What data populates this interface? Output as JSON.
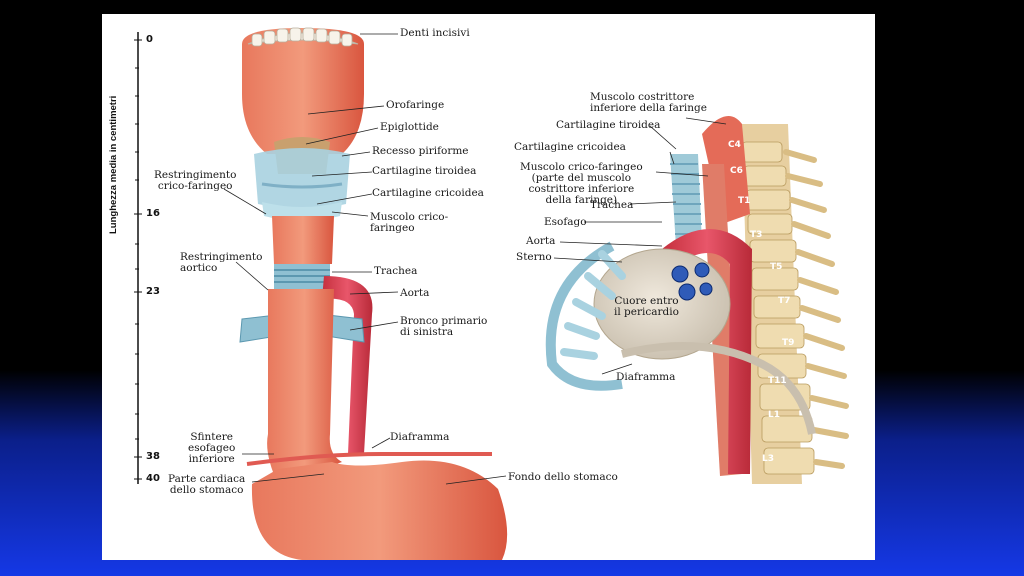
{
  "axis": {
    "title": "Lunghezza media in centimetri",
    "ticks": [
      "0",
      "16",
      "23",
      "38",
      "40"
    ]
  },
  "left_labels": {
    "denti_incisivi": "Denti incisivi",
    "orofaringe": "Orofaringe",
    "epiglottide": "Epiglottide",
    "recesso_piriforme": "Recesso piriforme",
    "restringimento_crico": [
      "Restringimento",
      "crico-faringeo"
    ],
    "cartilagine_tiroidea": "Cartilagine tiroidea",
    "cartilagine_cricoidea": "Cartilagine cricoidea",
    "muscolo_crico": [
      "Muscolo crico-",
      "faringeo"
    ],
    "restringimento_aortico": [
      "Restringimento",
      "aortico"
    ],
    "trachea": "Trachea",
    "aorta": "Aorta",
    "bronco": [
      "Bronco primario",
      "di sinistra"
    ],
    "sfintere": [
      "Sfintere",
      "esofageo",
      "inferiore"
    ],
    "diaframma": "Diaframma",
    "parte_cardiaca": [
      "Parte cardiaca",
      "dello stomaco"
    ],
    "fondo_stomaco": "Fondo dello stomaco"
  },
  "right_labels": {
    "muscolo_costrittore": [
      "Muscolo costrittore",
      "inferiore della faringe"
    ],
    "cartilagine_tiroidea": "Cartilagine tiroidea",
    "cartilagine_cricoidea": "Cartilagine cricoidea",
    "muscolo_crico_faringeo": [
      "Muscolo crico-faringeo",
      "(parte del muscolo",
      "costrittore inferiore",
      "della faringe)"
    ],
    "trachea": "Trachea",
    "esofago": "Esofago",
    "aorta": "Aorta",
    "sterno": "Sterno",
    "cuore": [
      "Cuore entro",
      "il pericardio"
    ],
    "diaframma": "Diaframma"
  },
  "vertebrae": [
    "C4",
    "C6",
    "T1",
    "T3",
    "T5",
    "T7",
    "T9",
    "T11",
    "L1",
    "L3"
  ],
  "colors": {
    "tissue": "#e8664f",
    "tissue_dark": "#c9453a",
    "cartilage": "#9fc6d6",
    "bone": "#e9d6a4",
    "aorta": "#d93a4a"
  }
}
